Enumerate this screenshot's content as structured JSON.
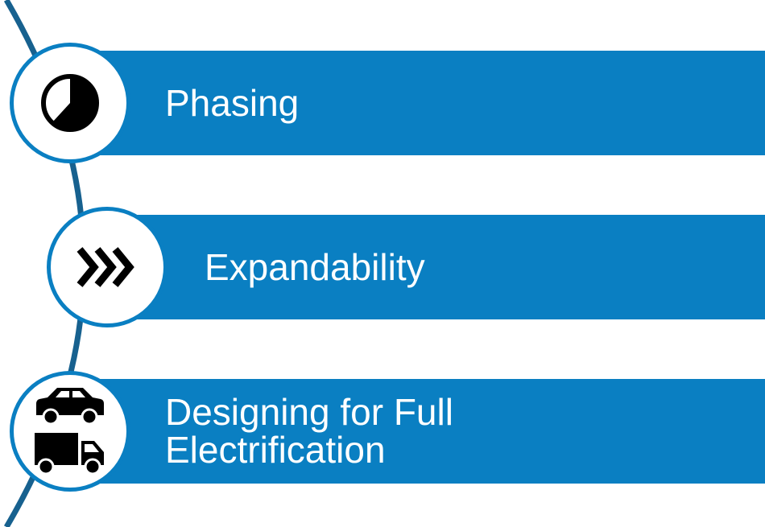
{
  "colors": {
    "band": "#0a7fc2",
    "arc": "#17618f",
    "icon": "#000000"
  },
  "items": [
    {
      "label": "Phasing",
      "icon": "pie-chart-icon"
    },
    {
      "label": "Expandability",
      "icon": "chevrons-right-icon"
    },
    {
      "label": "Designing for Full\nElectrification",
      "icon": "car-truck-icon"
    }
  ]
}
